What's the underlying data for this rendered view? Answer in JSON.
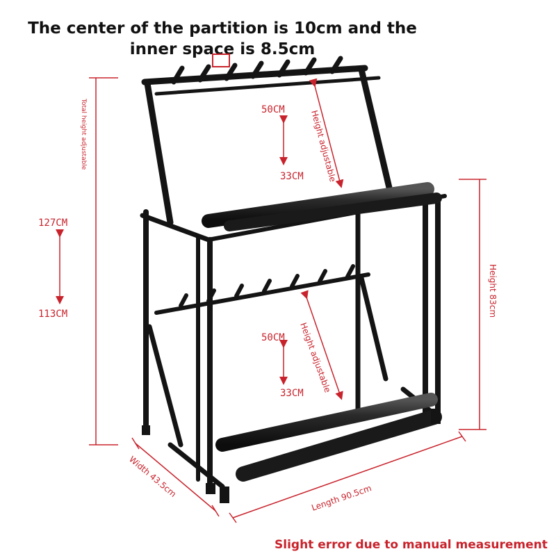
{
  "headline": {
    "line1": "The center of the partition is 10cm and the",
    "line2": "inner space is 8.5cm"
  },
  "footer": "Slight error due to manual measurement",
  "dimensions": {
    "total_height_label": "Total height adjustable",
    "total_height_max": "127CM",
    "total_height_min": "113CM",
    "upper_max": "50CM",
    "upper_min": "33CM",
    "upper_label": "Height adjustable",
    "lower_max": "50CM",
    "lower_min": "33CM",
    "lower_label": "Height adjustable",
    "height": "Height 83cm",
    "width": "Width 43.5cm",
    "length": "Length 90.5cm"
  },
  "colors": {
    "annotation": "#c8232c",
    "frame": "#141414",
    "foam": "#2a2a2a"
  }
}
